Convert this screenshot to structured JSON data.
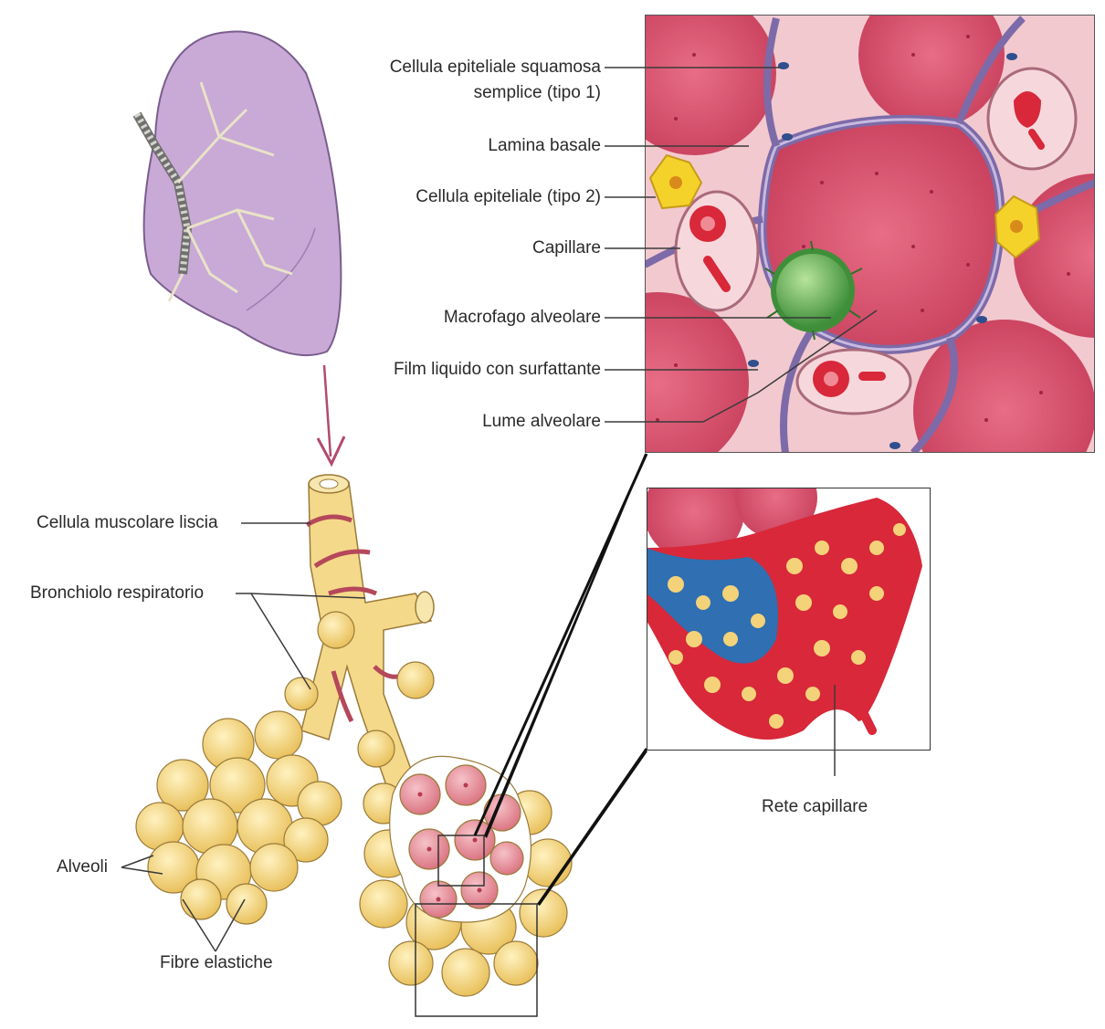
{
  "labels": {
    "squamous_line1": "Cellula epiteliale squamosa",
    "squamous_line2": "semplice (tipo 1)",
    "basal_lamina": "Lamina basale",
    "type2_cell": "Cellula epiteliale (tipo 2)",
    "capillary": "Capillare",
    "macrophage": "Macrofago alveolare",
    "surfactant_film": "Film liquido con surfattante",
    "alveolar_lumen": "Lume alveolare",
    "smooth_muscle": "Cellula muscolare liscia",
    "resp_bronchiole": "Bronchiolo respiratorio",
    "alveoli": "Alveoli",
    "elastic_fibers": "Fibre elastiche",
    "capillary_network": "Rete capillare"
  },
  "colors": {
    "lung": "#c9a9d6",
    "alveolus_yellow": "#f3d27a",
    "alveolus_pink": "#e57f8c",
    "tissue_pink": "#d9506b",
    "membrane_purple": "#8e7bb8",
    "red_cell": "#d8283a",
    "macrophage_green": "#4fa94a",
    "type2_yellow": "#f5d22a",
    "vessel_blue": "#2f6fb2"
  }
}
